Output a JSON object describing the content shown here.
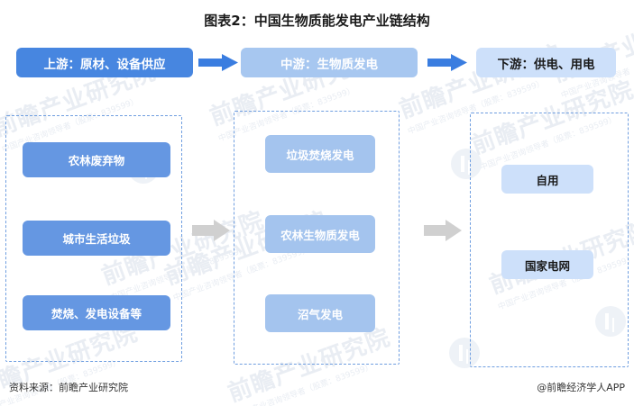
{
  "chart_data": {
    "type": "diagram",
    "title": "图表2：中国生物质能发电产业链结构",
    "layout": "three-stage horizontal value chain",
    "stages": [
      {
        "header": "上游：原材、设备供应",
        "items": [
          "农林废弃物",
          "城市生活垃圾",
          "焚烧、发电设备等"
        ]
      },
      {
        "header": "中游：生物质发电",
        "items": [
          "垃圾焚烧发电",
          "农林生物质发电",
          "沼气发电"
        ]
      },
      {
        "header": "下游：供电、用电",
        "items": [
          "自用",
          "国家电网"
        ]
      }
    ]
  },
  "title": "图表2：中国生物质能发电产业链结构",
  "headers": {
    "upstream": "上游：原材、设备供应",
    "midstream": "中游：生物质发电",
    "downstream": "下游：供电、用电"
  },
  "upstream_items": [
    {
      "label": "农林废弃物"
    },
    {
      "label": "城市生活垃圾"
    },
    {
      "label": "焚烧、发电设备等"
    }
  ],
  "midstream_items": [
    {
      "label": "垃圾焚烧发电"
    },
    {
      "label": "农林生物质发电"
    },
    {
      "label": "沼气发电"
    }
  ],
  "downstream_items": [
    {
      "label": "自用"
    },
    {
      "label": "国家电网"
    }
  ],
  "footer": {
    "source": "资料来源：前瞻产业研究院",
    "credit": "@前瞻经济学人APP"
  },
  "watermark": {
    "brand": "前瞻产业研究院",
    "sub": "中国产业咨询领导者（股票：839599）"
  },
  "colors": {
    "upstream_header_bg": "#4786e0",
    "midstream_header_bg": "#a7c7f0",
    "downstream_header_bg": "#cde0fa",
    "upstream_item_bg": "#6597e2",
    "midstream_item_bg": "#a4c4ee",
    "downstream_item_bg": "#cde0fa",
    "arrow_blue": "#3a7de0",
    "arrow_gray": "#d0d0d0",
    "dashed_border": "#6f9ee0"
  }
}
